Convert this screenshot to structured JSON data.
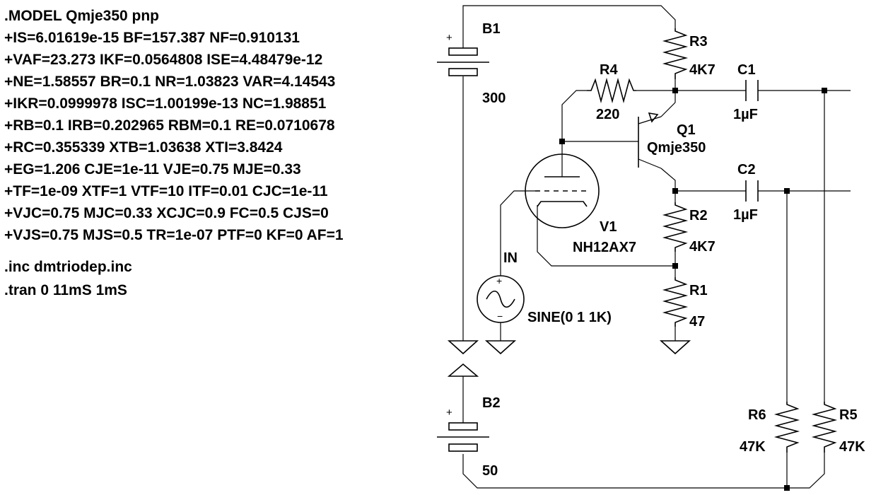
{
  "spice_directives": {
    "model_lines": [
      ".MODEL Qmje350 pnp",
      "+IS=6.01619e-15 BF=157.387 NF=0.910131",
      "+VAF=23.273 IKF=0.0564808 ISE=4.48479e-12",
      "+NE=1.58557 BR=0.1 NR=1.03823 VAR=4.14543",
      "+IKR=0.0999978 ISC=1.00199e-13 NC=1.98851",
      "+RB=0.1 IRB=0.202965 RBM=0.1 RE=0.0710678",
      "+RC=0.355339 XTB=1.03638 XTI=3.8424",
      "+EG=1.206 CJE=1e-11 VJE=0.75 MJE=0.33",
      "+TF=1e-09 XTF=1 VTF=10 ITF=0.01 CJC=1e-11",
      "+VJC=0.75 MJC=0.33 XCJC=0.9 FC=0.5 CJS=0",
      "+VJS=0.75 MJS=0.5 TR=1e-07 PTF=0 KF=0 AF=1"
    ],
    "include": ".inc dmtriodep.inc",
    "tran": ".tran 0 11mS 1mS"
  },
  "components": {
    "B1": {
      "name": "B1",
      "value": "300",
      "plus": "+"
    },
    "B2": {
      "name": "B2",
      "value": "50",
      "plus": "+"
    },
    "R1": {
      "name": "R1",
      "value": "47"
    },
    "R2": {
      "name": "R2",
      "value": "4K7"
    },
    "R3": {
      "name": "R3",
      "value": "4K7"
    },
    "R4": {
      "name": "R4",
      "value": "220"
    },
    "R5": {
      "name": "R5",
      "value": "47K"
    },
    "R6": {
      "name": "R6",
      "value": "47K"
    },
    "C1": {
      "name": "C1",
      "value": "1µF"
    },
    "C2": {
      "name": "C2",
      "value": "1µF"
    },
    "Q1": {
      "name": "Q1",
      "value": "Qmje350"
    },
    "V1": {
      "name": "V1",
      "value": "NH12AX7"
    },
    "IN": {
      "name": "IN",
      "value": "SINE(0 1 1K)",
      "plus": "+",
      "minus": "−"
    }
  }
}
